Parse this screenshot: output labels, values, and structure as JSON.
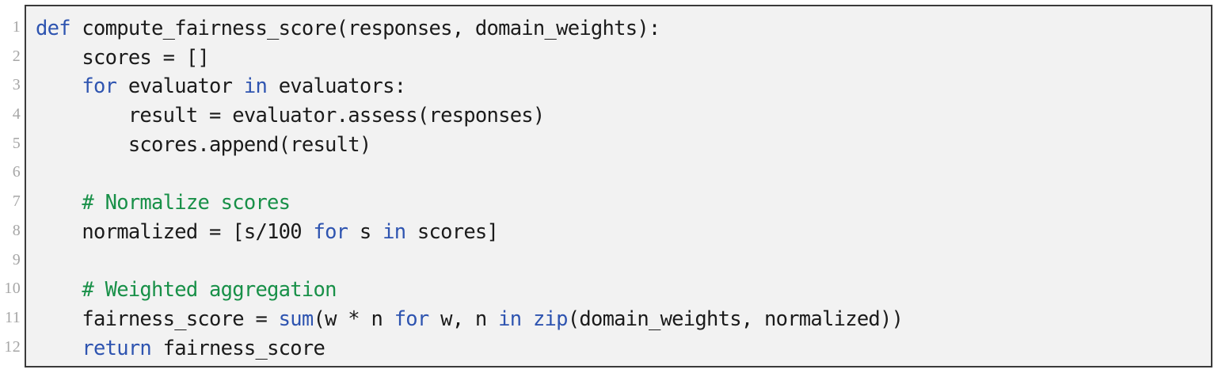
{
  "figure": {
    "kind": "code-listing",
    "language": "python",
    "background": "#f2f2f2",
    "border_color": "#3a3a3a",
    "page_background": "#ffffff"
  },
  "colors": {
    "keyword": "#2e54b0",
    "builtin": "#2e54b0",
    "comment": "#189048",
    "plain": "#1b1b1b",
    "line_number": "#a6a6a6"
  },
  "gutter": {
    "line_numbers": [
      "1",
      "2",
      "3",
      "4",
      "5",
      "6",
      "7",
      "8",
      "9",
      "10",
      "11",
      "12"
    ]
  },
  "code": {
    "lines": [
      {
        "number": "1",
        "text": "def compute_fairness_score(responses, domain_weights):",
        "tokens": [
          {
            "t": "def",
            "c": "kw"
          },
          {
            "t": " compute_fairness_score(responses, domain_weights):",
            "c": "plain"
          }
        ]
      },
      {
        "number": "2",
        "text": "    scores = []",
        "tokens": [
          {
            "t": "    scores = []",
            "c": "plain"
          }
        ]
      },
      {
        "number": "3",
        "text": "    for evaluator in evaluators:",
        "tokens": [
          {
            "t": "    ",
            "c": "plain"
          },
          {
            "t": "for",
            "c": "kw"
          },
          {
            "t": " evaluator ",
            "c": "plain"
          },
          {
            "t": "in",
            "c": "kw"
          },
          {
            "t": " evaluators:",
            "c": "plain"
          }
        ]
      },
      {
        "number": "4",
        "text": "        result = evaluator.assess(responses)",
        "tokens": [
          {
            "t": "        result = evaluator.assess(responses)",
            "c": "plain"
          }
        ]
      },
      {
        "number": "5",
        "text": "        scores.append(result)",
        "tokens": [
          {
            "t": "        scores.append(result)",
            "c": "plain"
          }
        ]
      },
      {
        "number": "6",
        "text": "",
        "tokens": []
      },
      {
        "number": "7",
        "text": "    # Normalize scores",
        "tokens": [
          {
            "t": "    ",
            "c": "plain"
          },
          {
            "t": "# Normalize scores",
            "c": "comment"
          }
        ]
      },
      {
        "number": "8",
        "text": "    normalized = [s/100 for s in scores]",
        "tokens": [
          {
            "t": "    normalized = [s/100 ",
            "c": "plain"
          },
          {
            "t": "for",
            "c": "kw"
          },
          {
            "t": " s ",
            "c": "plain"
          },
          {
            "t": "in",
            "c": "kw"
          },
          {
            "t": " scores]",
            "c": "plain"
          }
        ]
      },
      {
        "number": "9",
        "text": "",
        "tokens": []
      },
      {
        "number": "10",
        "text": "    # Weighted aggregation",
        "tokens": [
          {
            "t": "    ",
            "c": "plain"
          },
          {
            "t": "# Weighted aggregation",
            "c": "comment"
          }
        ]
      },
      {
        "number": "11",
        "text": "    fairness_score = sum(w * n for w, n in zip(domain_weights, normalized))",
        "tokens": [
          {
            "t": "    fairness_score = ",
            "c": "plain"
          },
          {
            "t": "sum",
            "c": "builtin"
          },
          {
            "t": "(w * n ",
            "c": "plain"
          },
          {
            "t": "for",
            "c": "kw"
          },
          {
            "t": " w, n ",
            "c": "plain"
          },
          {
            "t": "in",
            "c": "kw"
          },
          {
            "t": " ",
            "c": "plain"
          },
          {
            "t": "zip",
            "c": "builtin"
          },
          {
            "t": "(domain_weights, normalized))",
            "c": "plain"
          }
        ]
      },
      {
        "number": "12",
        "text": "    return fairness_score",
        "tokens": [
          {
            "t": "    ",
            "c": "plain"
          },
          {
            "t": "return",
            "c": "kw"
          },
          {
            "t": " fairness_score",
            "c": "plain"
          }
        ]
      }
    ]
  }
}
